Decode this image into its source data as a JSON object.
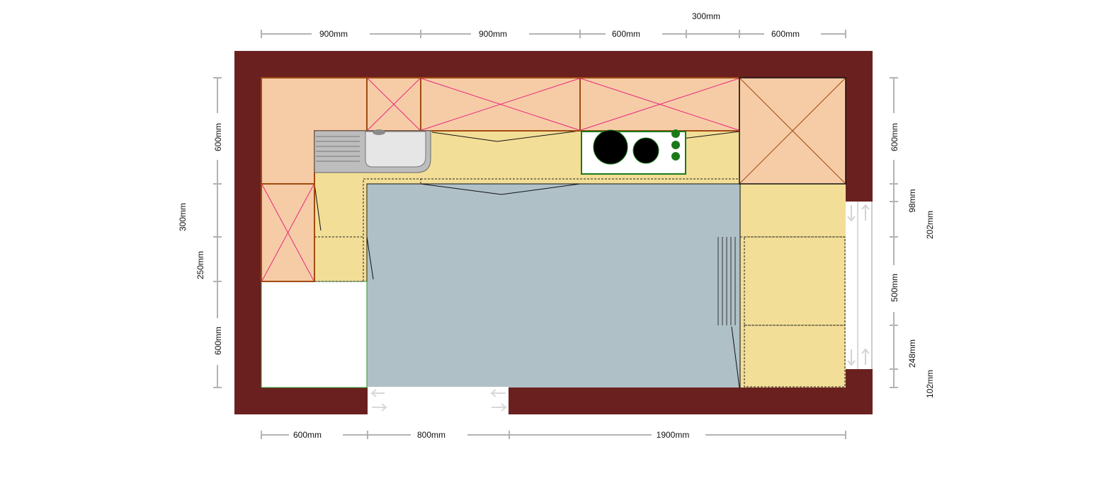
{
  "colors": {
    "wall": "#6b2020",
    "floor": "#afc0c7",
    "wall_cabinet": "#f6cca6",
    "base_cabinet": "#f3de97",
    "cabinet_edge": "#a04a10",
    "cross_mark": "#e8287e",
    "dimension_line": "#b3b3b3",
    "appliance_outline": "#1a7a1a",
    "sink": "#c8c8c8"
  },
  "icons": {
    "sink": "sink-icon",
    "hob": "hob-icon",
    "door": "door-icon",
    "window": "window-icon"
  },
  "dimensions": {
    "top": [
      "900mm",
      "900mm",
      "600mm",
      "600mm"
    ],
    "top_extra": "300mm",
    "bottom": [
      "600mm",
      "800mm",
      "1900mm"
    ],
    "left_outer": "300mm",
    "left_mid": "250mm",
    "left": [
      "600mm",
      "600mm"
    ],
    "right": [
      "600mm",
      "500mm"
    ],
    "right_small": [
      "98mm",
      "248mm"
    ],
    "right_outer": [
      "202mm",
      "102mm"
    ]
  }
}
